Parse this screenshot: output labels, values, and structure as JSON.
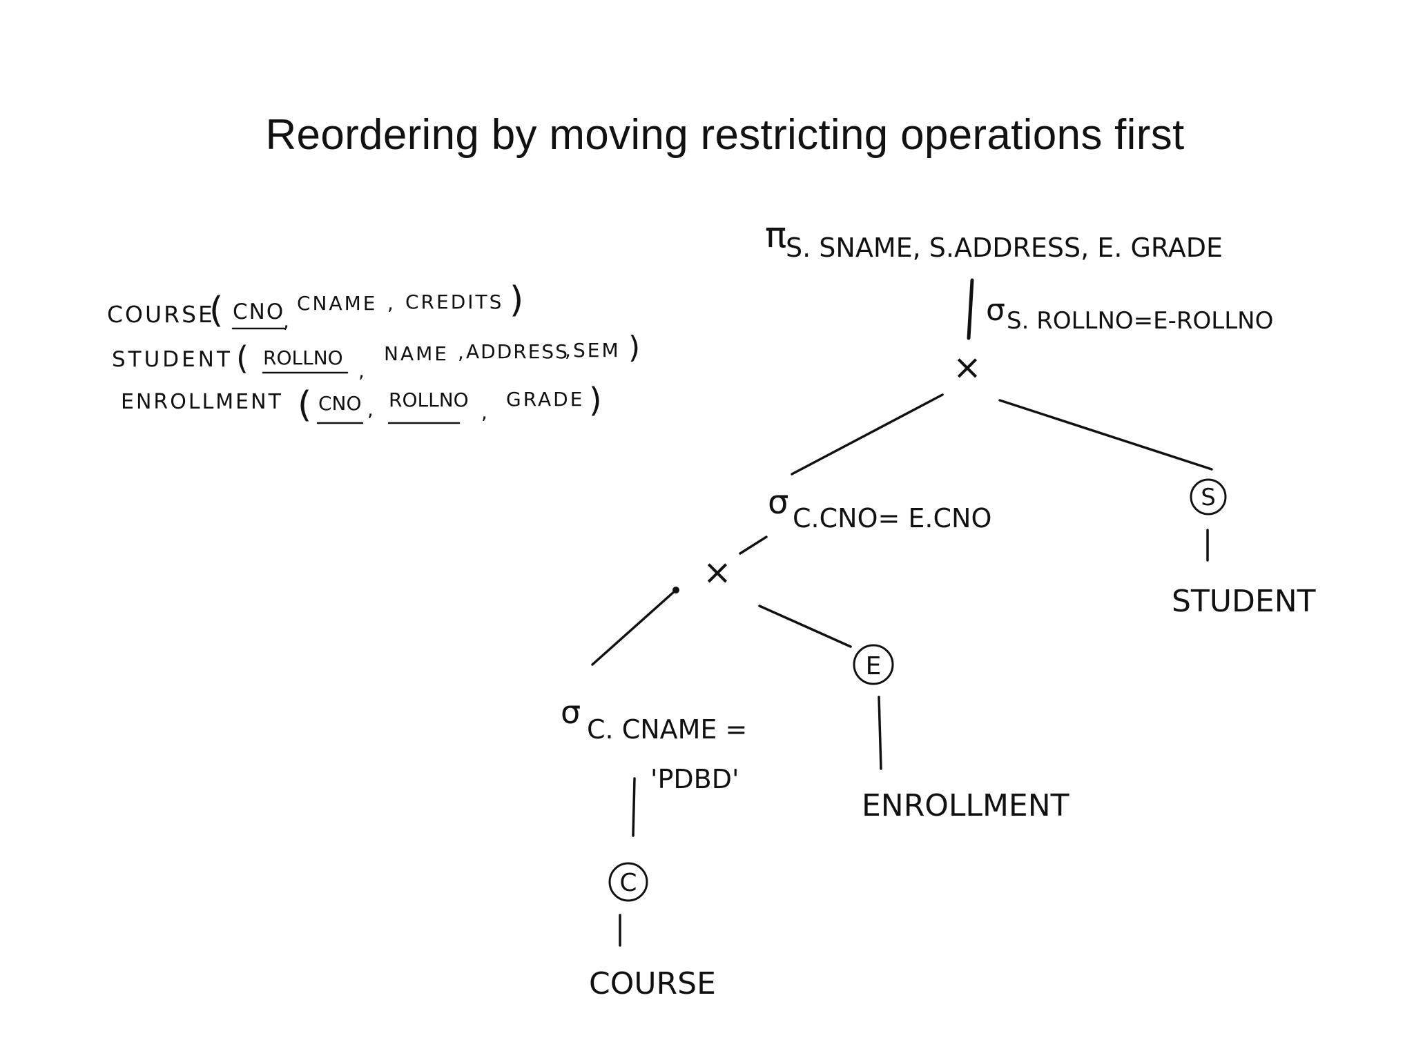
{
  "title": "Reordering by moving restricting operations first",
  "schema": {
    "course": {
      "name": "COURSE",
      "keys": [
        "CNO"
      ],
      "attrs": [
        "CNAME",
        "CREDITS"
      ]
    },
    "student": {
      "name": "STUDENT",
      "keys": [
        "ROLLNO"
      ],
      "attrs": [
        "NAME",
        "ADDRESS",
        "SEM"
      ]
    },
    "enrollment": {
      "name": "ENROLLMENT",
      "keys": [
        "CNO",
        "ROLLNO"
      ],
      "attrs": [
        "GRADE"
      ]
    }
  },
  "tree": {
    "projection": {
      "symbol": "π",
      "condition": "S. SNAME, S.ADDRESS, E. GRADE"
    },
    "top_select": {
      "symbol": "σ",
      "condition": "S. ROLLNO=E-ROLLNO"
    },
    "cross_top": "×",
    "mid_select": {
      "symbol": "σ",
      "condition": "C.CNO= E.CNO"
    },
    "cross_low": "×",
    "course_select": {
      "symbol": "σ",
      "condition_line1": "C. CNAME =",
      "condition_line2": "'PDBD'"
    },
    "alias_c": "C",
    "alias_e": "E",
    "alias_s": "S",
    "relation_course": "COURSE",
    "relation_enrollment": "ENROLLMENT",
    "relation_student": "STUDENT"
  }
}
